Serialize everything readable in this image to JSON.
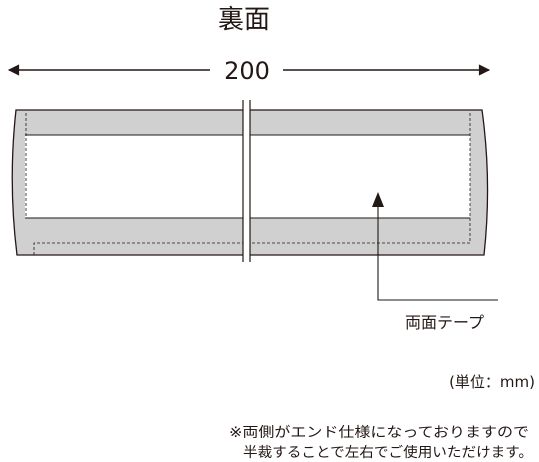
{
  "title": "裏面",
  "dimension": {
    "value": "200"
  },
  "callout": {
    "label": "両面テープ"
  },
  "unit_note": "(単位：mm)",
  "note": {
    "line1": "※両側がエンド仕様になっておりますので",
    "line2": "半裁することで左右でご使用いただけます。"
  },
  "colors": {
    "stroke": "#231815",
    "tape_fill": "#d0d0d0",
    "background": "#ffffff"
  }
}
